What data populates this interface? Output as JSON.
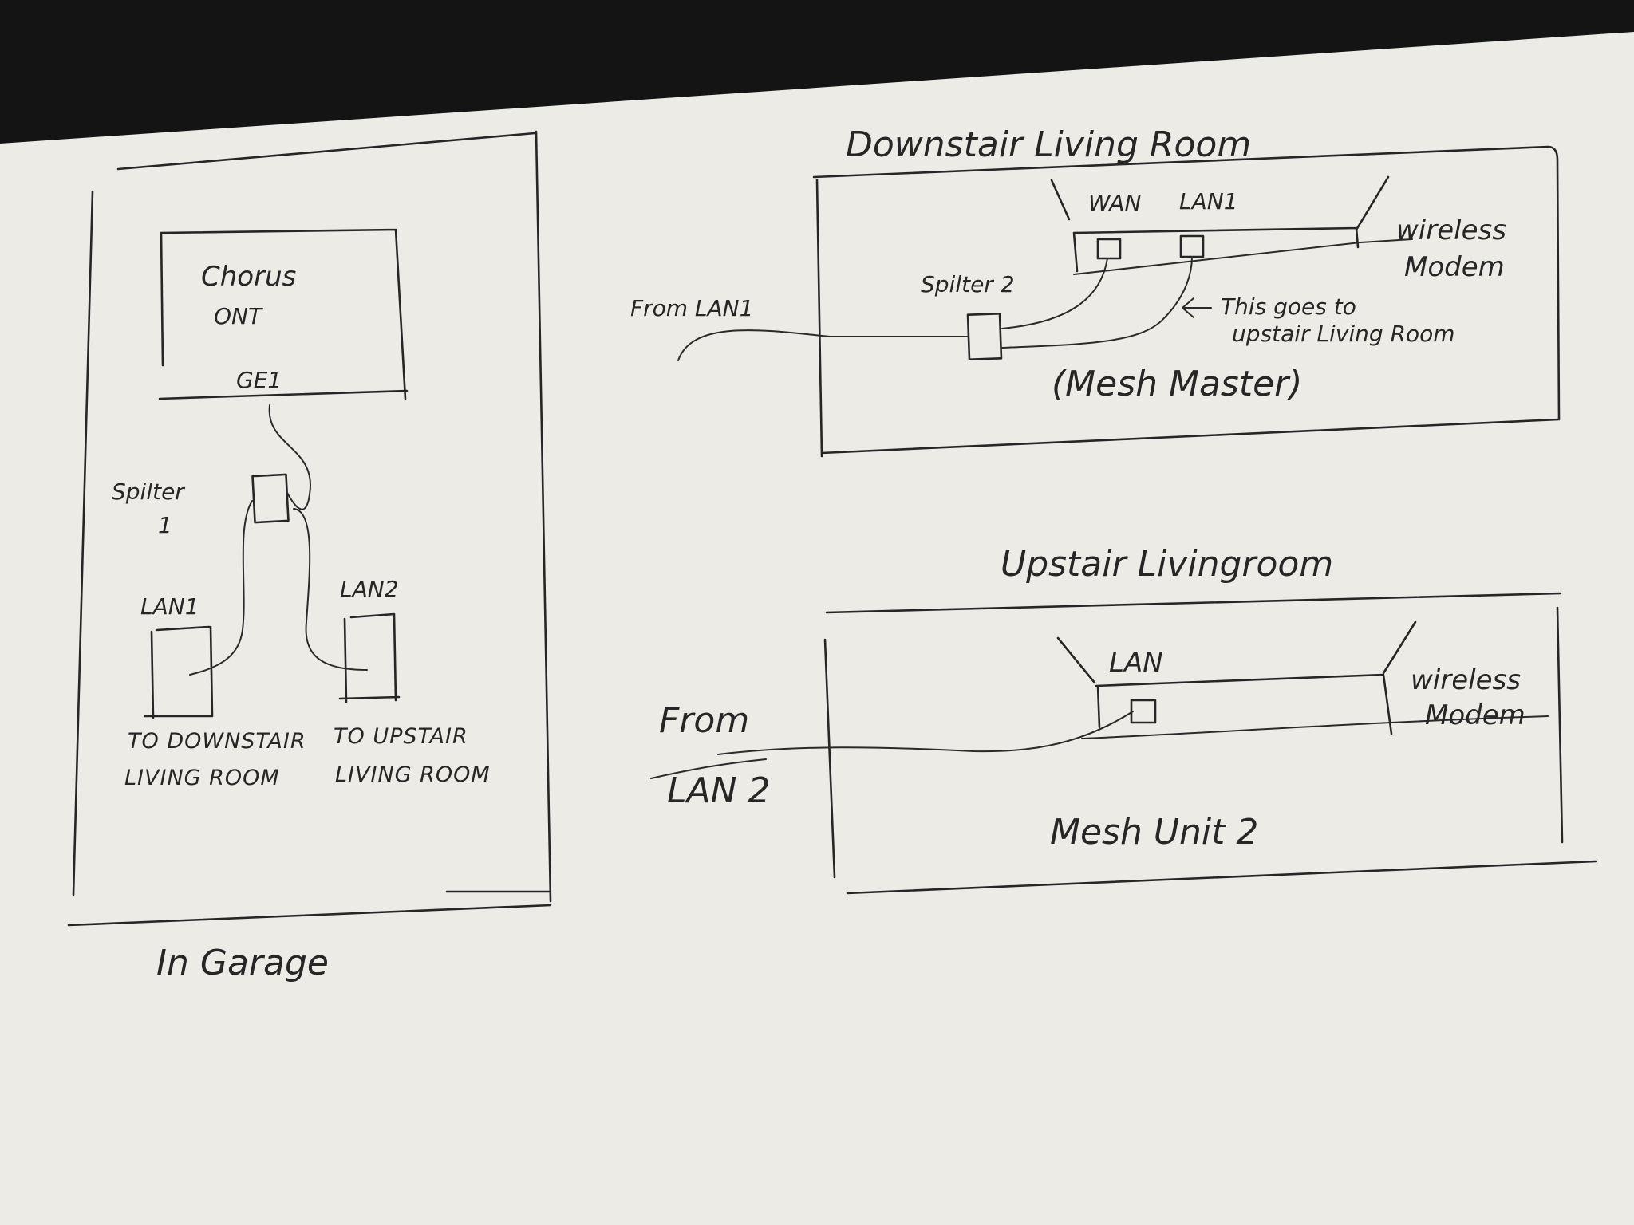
{
  "colors": {
    "paper": "#ecebe6",
    "ink": "#262626",
    "background": "#141414"
  },
  "garage": {
    "caption": "In Garage",
    "ont_line1": "Chorus",
    "ont_line2": "ONT",
    "ont_port": "GE1",
    "splitter_line1": "Spilter",
    "splitter_line2": "1",
    "lan1_label": "LAN1",
    "lan2_label": "LAN2",
    "to_downstair_line1": "TO DOWNSTAIR",
    "to_downstair_line2": "LIVING ROOM",
    "to_upstair_line1": "TO UPSTAIR",
    "to_upstair_line2": "LIVING ROOM"
  },
  "downstair": {
    "title": "Downstair Living Room",
    "from_label": "From LAN1",
    "splitter_label": "Spilter 2",
    "wan_label": "WAN",
    "lan1_label": "LAN1",
    "device_line1": "wireless",
    "device_line2": "Modem",
    "note_line1": "This goes to",
    "note_line2": "upstair Living Room",
    "role": "(Mesh Master)"
  },
  "upstair": {
    "title": "Upstair Livingroom",
    "from_line1": "From",
    "from_line2": "LAN 2",
    "lan_label": "LAN",
    "device_line1": "wireless",
    "device_line2": "Modem",
    "role": "Mesh Unit 2"
  }
}
